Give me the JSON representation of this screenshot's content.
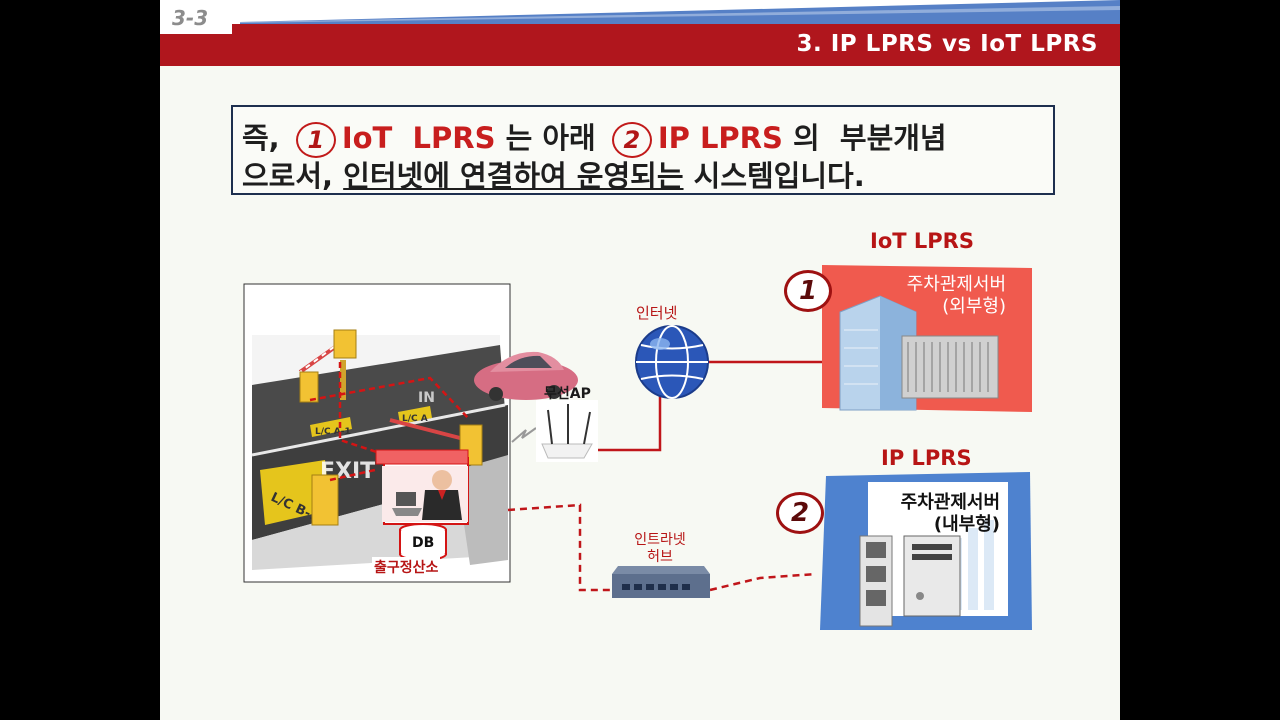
{
  "header": {
    "section": "3-3",
    "title": "3. IP LPRS vs IoT LPRS"
  },
  "headline": {
    "line1": {
      "prefix": "즉,",
      "num1": "1",
      "iot": "IoT  LPRS",
      "mid": "는 아래",
      "num2": "2",
      "ip": "IP LPRS",
      "suffix": "의  부분개념"
    },
    "line2": {
      "prefix": "으로서,",
      "underlined": "인터넷에 연결하여 운영되는",
      "suffix": "시스템입니다."
    }
  },
  "diagram": {
    "iot_label": "IoT LPRS",
    "ip_label": "IP LPRS",
    "iot_num": "1",
    "ip_num": "2",
    "iot_server_line1": "주차관제서버",
    "iot_server_line2": "(외부형)",
    "ip_server_line1": "주차관제서버",
    "ip_server_line2": "(내부형)",
    "internet_label": "인터넷",
    "wireless_ap_label": "무선AP",
    "intranet_label_line1": "인트라넷",
    "intranet_label_line2": "허브",
    "db_label": "DB",
    "exit_booth_label": "출구정산소",
    "lane_label_1": "L/C A-1",
    "lane_label_2": "L/C B-1",
    "lane_label_3": "L/C A",
    "exit_text": "EXIT",
    "in_text": "IN"
  },
  "colors": {
    "header_red": "#b0161d",
    "accent_red": "#c81e1e",
    "iot_panel": "#f05a4e",
    "ip_panel": "#4e82cf",
    "link_red": "#c0161a"
  }
}
